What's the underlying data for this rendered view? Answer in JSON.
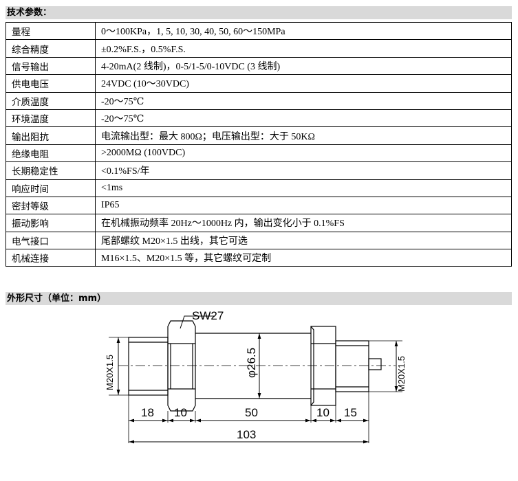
{
  "tech_section_title": "技术参数：",
  "specs": [
    {
      "k": "量程",
      "v": "0～100KPa，1, 5, 10, 30, 40, 50, 60～150MPa"
    },
    {
      "k": "综合精度",
      "v": "±0.2%F.S.，0.5%F.S."
    },
    {
      "k": "信号输出",
      "v": "4-20mA(2 线制)，0-5/1-5/0-10VDC (3 线制)"
    },
    {
      "k": "供电电压",
      "v": "24VDC (10～30VDC)"
    },
    {
      "k": "介质温度",
      "v": "-20～75℃"
    },
    {
      "k": "环境温度",
      "v": "-20～75℃"
    },
    {
      "k": "输出阻抗",
      "v": "电流输出型：最大 800Ω；电压输出型：大于 50KΩ"
    },
    {
      "k": "绝缘电阻",
      "v": ">2000MΩ (100VDC)"
    },
    {
      "k": "长期稳定性",
      "v": "<0.1%FS/年"
    },
    {
      "k": "响应时间",
      "v": "<1ms"
    },
    {
      "k": "密封等级",
      "v": "IP65"
    },
    {
      "k": "振动影响",
      "v": "在机械振动频率 20Hz～1000Hz 内，输出变化小于 0.1%FS"
    },
    {
      "k": "电气接口",
      "v": "尾部螺纹 M20×1.5  出线，其它可选"
    },
    {
      "k": "机械连接",
      "v": "M16×1.5、M20×1.5 等，其它螺纹可定制"
    }
  ],
  "dimension_section_title": "外形尺寸（单位：mm）",
  "drawing": {
    "hex_label": "SW27",
    "diameter_label": "φ26.5",
    "thread_left": "M20X1.5",
    "thread_right": "M20X1.5",
    "dims": [
      "18",
      "10",
      "50",
      "10",
      "15"
    ],
    "total": "103"
  }
}
